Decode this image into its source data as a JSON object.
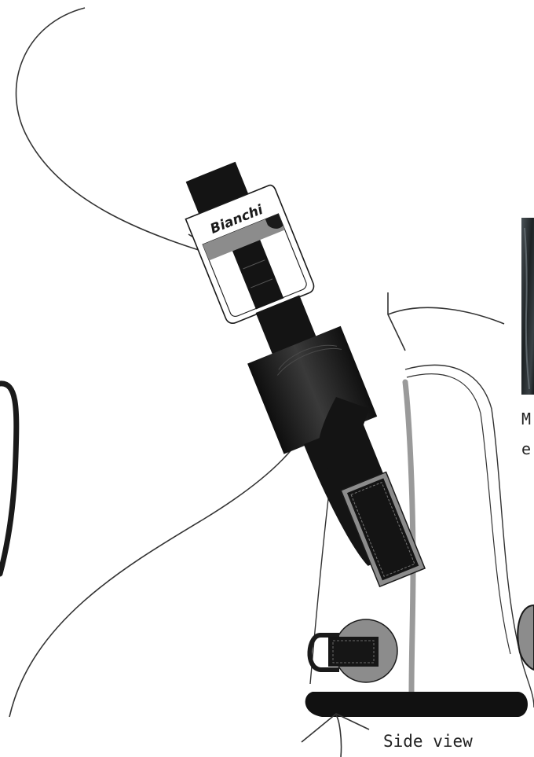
{
  "brand_logo_text": "Bianchi",
  "side_view_label": "Side view",
  "cropped_caption": {
    "line1": "M",
    "line2": "e"
  },
  "colors": {
    "ink": "#1a1a1a",
    "mid_gray": "#8c8c8c",
    "light_gray": "#bfbfbf",
    "photo_dark": "#2b3033",
    "background": "#ffffff"
  }
}
